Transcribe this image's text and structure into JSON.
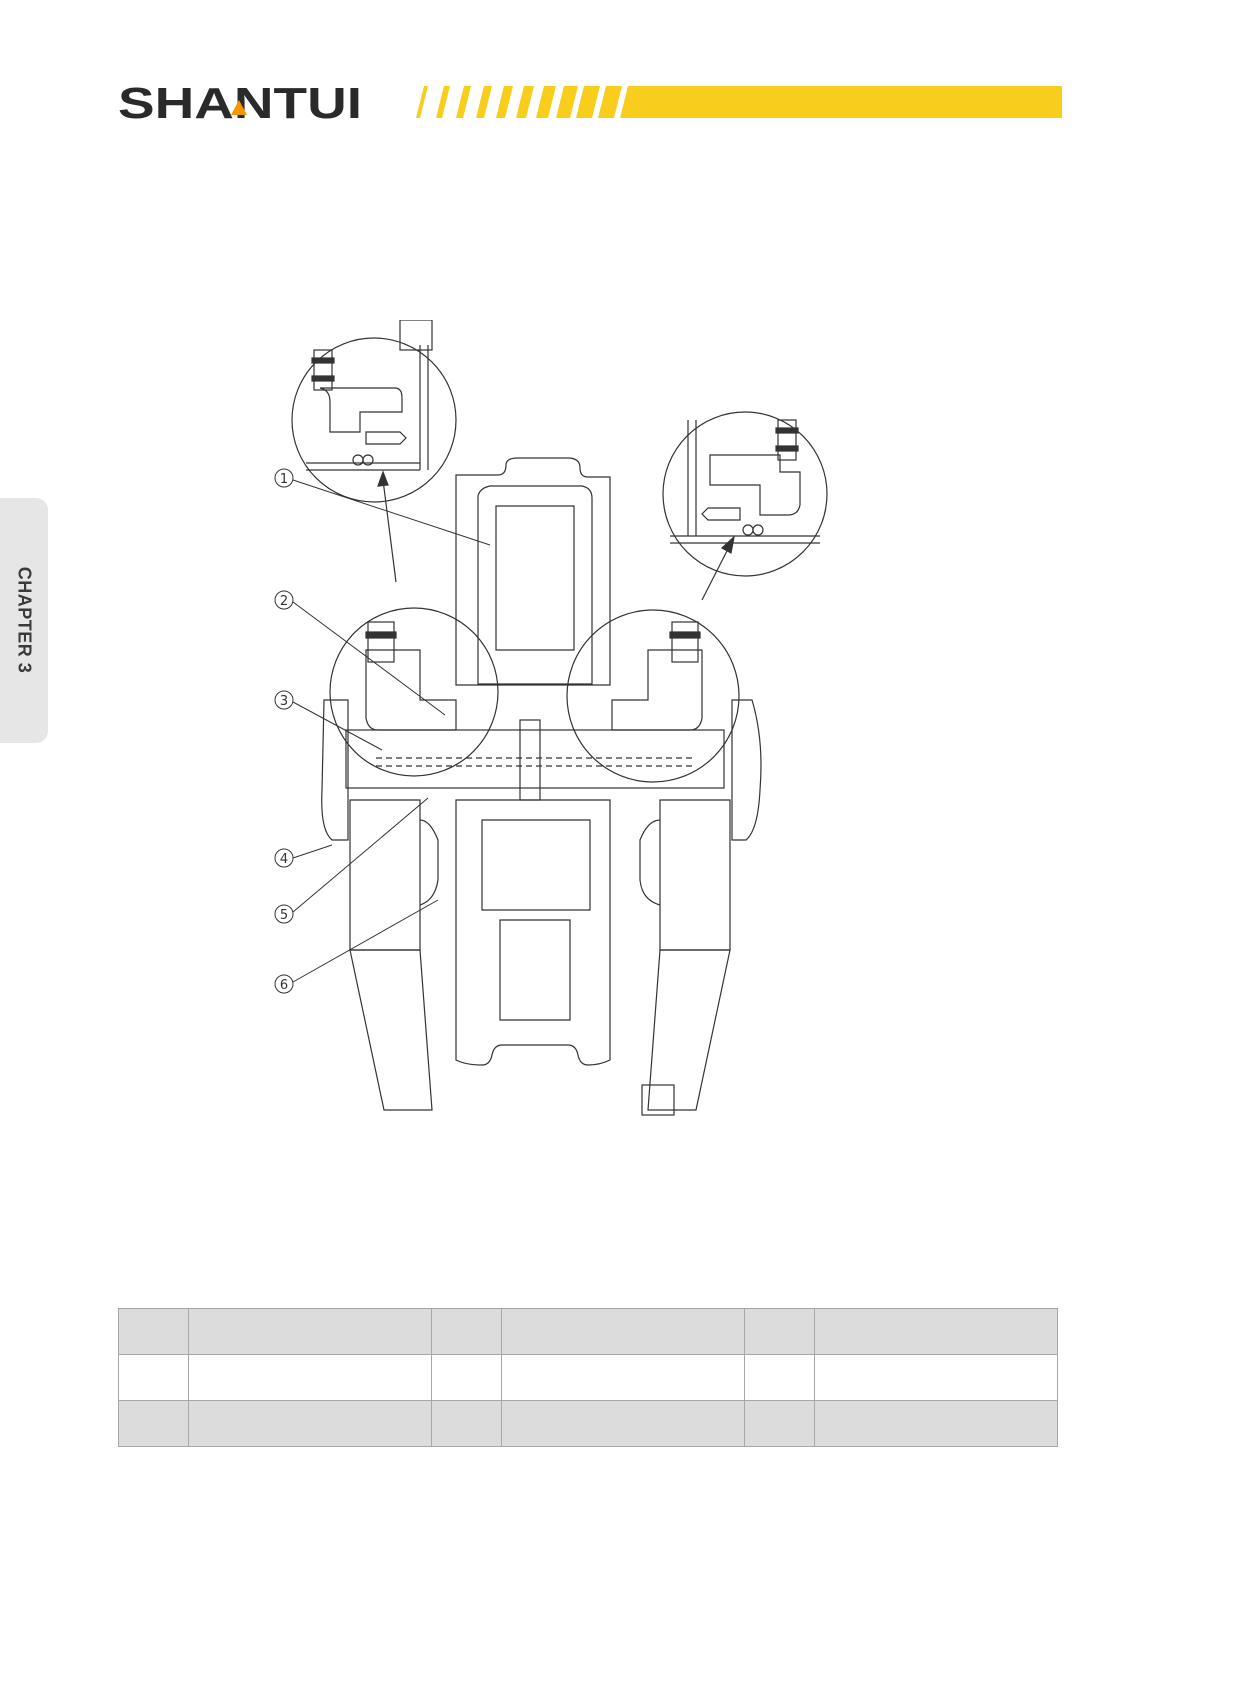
{
  "header": {
    "brand": "SHANTUI",
    "stripe_color": "#f8cd1c",
    "text_color": "#2a2a2a",
    "accent_color": "#f39800"
  },
  "side_tab": {
    "label": "CHAPTER 3"
  },
  "figure": {
    "callouts": [
      "1",
      "2",
      "3",
      "4",
      "5",
      "6"
    ]
  },
  "parts_table": {
    "rows": [
      [
        "",
        "",
        "",
        "",
        "",
        ""
      ],
      [
        "",
        "",
        "",
        "",
        "",
        ""
      ],
      [
        "",
        "",
        "",
        "",
        "",
        ""
      ]
    ]
  }
}
